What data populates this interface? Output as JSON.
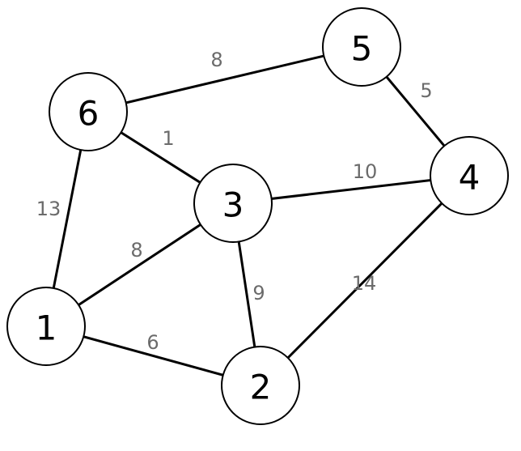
{
  "nodes": [
    {
      "id": "1",
      "label": "1"
    },
    {
      "id": "2",
      "label": "2"
    },
    {
      "id": "3",
      "label": "3"
    },
    {
      "id": "4",
      "label": "4"
    },
    {
      "id": "5",
      "label": "5"
    },
    {
      "id": "6",
      "label": "6"
    }
  ],
  "edges": [
    {
      "from": "6",
      "to": "5",
      "weight": "8"
    },
    {
      "from": "5",
      "to": "4",
      "weight": "5"
    },
    {
      "from": "6",
      "to": "3",
      "weight": "1"
    },
    {
      "from": "3",
      "to": "4",
      "weight": "10"
    },
    {
      "from": "6",
      "to": "1",
      "weight": "13"
    },
    {
      "from": "1",
      "to": "3",
      "weight": "8"
    },
    {
      "from": "3",
      "to": "2",
      "weight": "9"
    },
    {
      "from": "2",
      "to": "4",
      "weight": "14"
    },
    {
      "from": "1",
      "to": "2",
      "weight": "6"
    }
  ],
  "colors": {
    "edge": "#000000",
    "node_fill": "#ffffff",
    "node_stroke": "#000000",
    "weight_text": "#6b6b6b"
  }
}
